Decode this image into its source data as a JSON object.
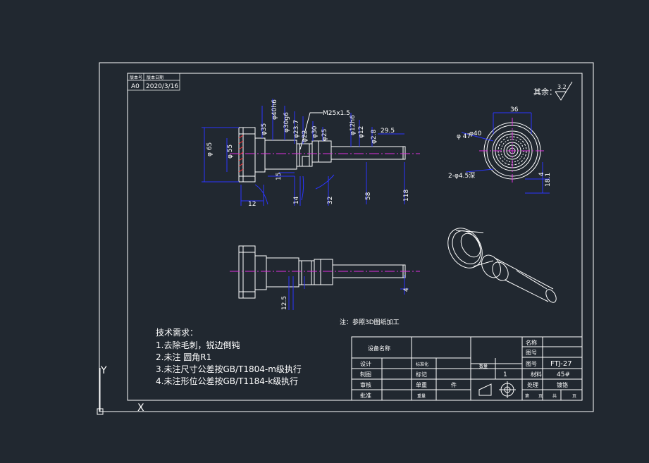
{
  "drawing": {
    "revision_table": {
      "header_col1": "版本号",
      "header_col2": "版本日期",
      "version": "A0",
      "date": "2020/3/16"
    },
    "surface_finish": {
      "label": "其余：",
      "value": "3.2"
    },
    "callouts": {
      "thread": "M25x1.5"
    },
    "note_3d": "注：参照3D图纸加工",
    "technical_requirements": {
      "title": "技术需求：",
      "items": [
        "1.去除毛刺，锐边倒钝",
        "2.未注 圆角R1",
        "3.未注尺寸公差按GB/T1804-m级执行",
        "4.未注形位公差按GB/T1184-k级执行"
      ]
    },
    "title_block": {
      "equipment_name_label": "设备名称",
      "design": "设计",
      "drawing": "制图",
      "review": "审核",
      "approve": "批准",
      "standardize": "标准化",
      "mark": "标记",
      "unit_count": "单重",
      "total_weight": "重量",
      "piece_unit": "件",
      "qty_label": "数量",
      "qty_value": "1",
      "name_label": "名称",
      "drawing_no_label_2": "图号",
      "drawing_no_label": "图号",
      "drawing_no": "FTJ-27",
      "material_label": "材料",
      "material": "45#",
      "treatment_label": "处理",
      "treatment": "镀铬",
      "page_label_1": "第",
      "page_label_2": "页",
      "total_label_1": "共",
      "total_label_2": "页"
    },
    "ucs": {
      "x_axis": "X",
      "y_axis": "Y"
    }
  },
  "colors": {
    "background": "#212830",
    "linework": "#ffffff",
    "dimension": "#2b35ff",
    "centerline": "#e030e0",
    "hatch": "#ff3030"
  }
}
